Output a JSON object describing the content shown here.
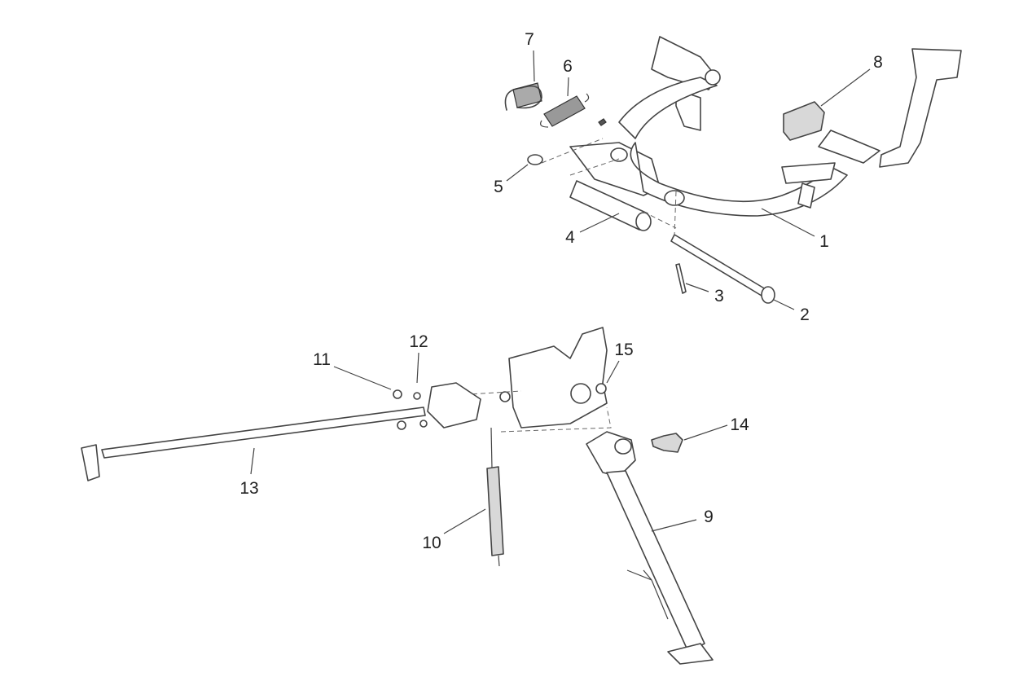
{
  "diagram": {
    "type": "exploded-parts-diagram",
    "callouts": [
      "1",
      "2",
      "3",
      "4",
      "5",
      "6",
      "7",
      "8",
      "9",
      "10",
      "11",
      "12",
      "13",
      "14",
      "15"
    ]
  }
}
